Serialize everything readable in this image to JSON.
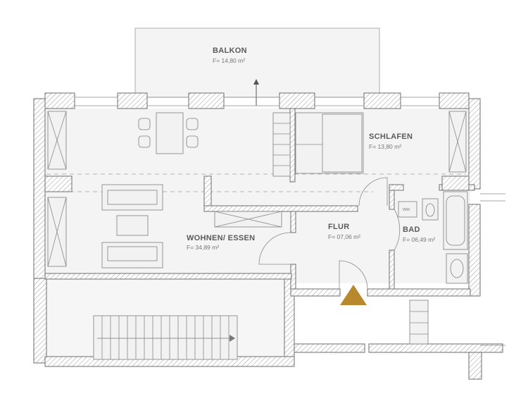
{
  "rooms": {
    "balkon": {
      "name": "BALKON",
      "area": "F= 14,80 m²"
    },
    "schlafen": {
      "name": "SCHLAFEN",
      "area": "F= 13,80 m²"
    },
    "wohnen": {
      "name": "WOHNEN/ ESSEN",
      "area": "F= 34,89 m²"
    },
    "flur": {
      "name": "FLUR",
      "area": "F= 07,06 m²"
    },
    "bad": {
      "name": "BAD",
      "area": "F= 06,49 m²"
    }
  },
  "fixtures": {
    "wc_label": "WM"
  },
  "colors": {
    "entrance_marker": "#b8892c",
    "floor": "#f4f4f4",
    "wall_line": "#6e6e6e"
  }
}
